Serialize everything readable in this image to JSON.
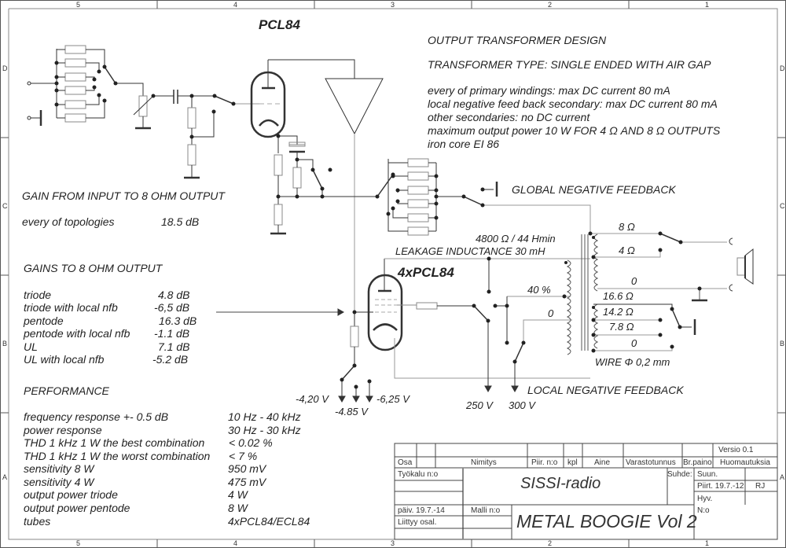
{
  "frame": {
    "columns_top": [
      "5",
      "4",
      "3",
      "2",
      "1"
    ],
    "columns_bottom": [
      "5",
      "4",
      "3",
      "2",
      "1"
    ],
    "rows_left": [
      "D",
      "C",
      "B",
      "A"
    ],
    "rows_right": [
      "D",
      "C",
      "B",
      "A"
    ]
  },
  "schematic": {
    "preamp_tube_label": "PCL84",
    "output_tube_label": "4xPCL84",
    "global_feedback_label": "GLOBAL NEGATIVE FEEDBACK",
    "local_feedback_label": "LOCAL NEGATIVE FEEDBACK",
    "primary_impedance": "4800 Ω / 44 Hmin",
    "leakage_inductance": "LEAKAGE INDUCTANCE 30 mH",
    "tap_40": "40 %",
    "tap_0_primary": "0",
    "sec_8ohm": "8 Ω",
    "sec_4ohm": "4 Ω",
    "sec_0": "0",
    "fb_16_6": "16.6 Ω",
    "fb_14_2": "14.2 Ω",
    "fb_7_8": "7.8 Ω",
    "fb_0": "0",
    "wire_label": "WIRE Φ 0,2 mm",
    "bias_1": "-4,20 V",
    "bias_2": "-4.85 V",
    "bias_3": "-6,25 V",
    "supply_1": "250 V",
    "supply_2": "300 V"
  },
  "transformer": {
    "title": "OUTPUT TRANSFORMER DESIGN",
    "type": "TRANSFORMER TYPE: SINGLE ENDED WITH AIR GAP",
    "notes": [
      "every of primary windings: max DC current 80 mA",
      "local negative feed back secondary: max DC current 80 mA",
      "other secondaries: no DC current",
      "maximum output power 10 W FOR 4 Ω AND 8 Ω OUTPUTS",
      "iron core EI 86"
    ]
  },
  "gain_input": {
    "title": "GAIN FROM INPUT TO 8 OHM OUTPUT",
    "label": "every of topologies",
    "value": "18.5 dB"
  },
  "gains": {
    "title": "GAINS TO 8 OHM OUTPUT",
    "rows": [
      {
        "label": "triode",
        "value": "4.8 dB"
      },
      {
        "label": "triode with local nfb",
        "value": "-6,5 dB"
      },
      {
        "label": "pentode",
        "value": "16.3 dB"
      },
      {
        "label": "pentode with local nfb",
        "value": "-1.1 dB"
      },
      {
        "label": "UL",
        "value": "7.1 dB"
      },
      {
        "label": "UL with local nfb",
        "value": "-5.2 dB"
      }
    ]
  },
  "performance": {
    "title": "PERFORMANCE",
    "rows": [
      {
        "label": "frequency response +- 0.5 dB",
        "value": "10 Hz - 40 kHz"
      },
      {
        "label": "power response",
        "value": "30 Hz - 30 kHz"
      },
      {
        "label": "THD 1 kHz 1 W the best combination",
        "value": "< 0.02 %"
      },
      {
        "label": "THD 1 kHz 1 W the worst combination",
        "value": "< 7 %"
      },
      {
        "label": "sensitivity 8 W",
        "value": "950 mV"
      },
      {
        "label": "sensitivity 4 W",
        "value": "475 mV"
      },
      {
        "label": "output power triode",
        "value": "4 W"
      },
      {
        "label": "output power pentode",
        "value": "8 W"
      },
      {
        "label": "tubes",
        "value": "4xPCL84/ECL84"
      }
    ]
  },
  "title_block": {
    "version": "Versio 0.1",
    "headers": [
      "Osa",
      "Nimitys",
      "Piir. n:o",
      "kpl",
      "Aine",
      "Varastotunnus",
      "Br.paino",
      "Huomautuksia"
    ],
    "tool_no": "Työkalu n:o",
    "company": "SISSI-radio",
    "scale": "Suhde:",
    "designed": "Suun.",
    "drawn": "Piirt. 19.7.-12",
    "drawn_by": "RJ",
    "approved": "Hyv.",
    "date": "päiv. 19.7.-14",
    "model_no": "Malli n:o",
    "related": "Liittyy osal.",
    "drawing_title": "METAL BOOGIE Vol 2",
    "number": "N:o"
  }
}
